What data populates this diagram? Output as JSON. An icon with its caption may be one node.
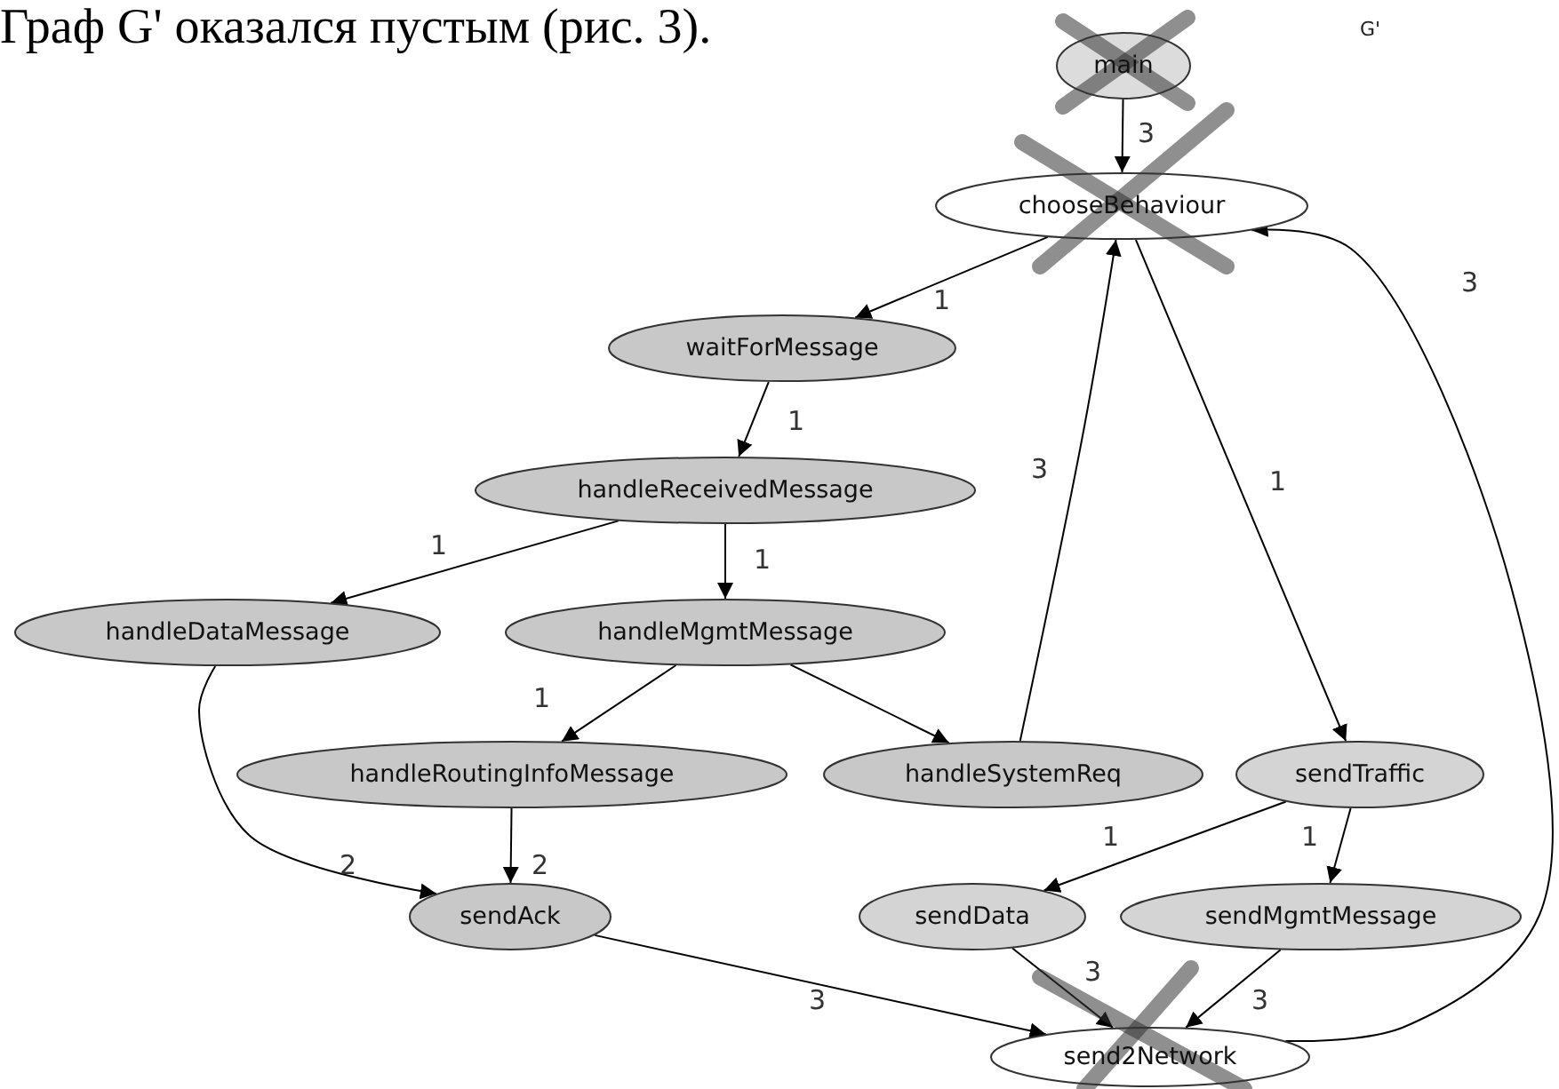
{
  "diagram": {
    "nodes": [
      {
        "text": [
          "main"
        ]
      },
      {
        "text": [
          "chooseBehaviour"
        ]
      },
      {
        "text": [
          "waitForMessage"
        ]
      },
      {
        "text": [
          "handleReceivedMessage"
        ]
      },
      {
        "text": [
          "handleDataMessage"
        ]
      },
      {
        "text": [
          "handleMgmtMessage"
        ]
      },
      {
        "text": [
          "handleRoutingInfoMessage"
        ]
      },
      {
        "text": [
          "handleSystemReq"
        ]
      },
      {
        "text": [
          "sendTraffic"
        ]
      },
      {
        "text": [
          "sendAck"
        ]
      },
      {
        "text": [
          "sendData"
        ]
      },
      {
        "text": [
          "sendMgmtMessage"
        ]
      },
      {
        "text": [
          "send2Network"
        ]
      }
    ],
    "edges": [
      {
        "from": 0,
        "to": 1,
        "arrow": "to",
        "label": "3"
      },
      {
        "from": 1,
        "to": 2,
        "arrow": "to",
        "label": "1"
      },
      {
        "from": 2,
        "to": 3,
        "arrow": "to",
        "label": "1"
      },
      {
        "from": 3,
        "to": 4,
        "arrow": "to",
        "label": "1"
      },
      {
        "from": 3,
        "to": 5,
        "arrow": "to",
        "label": "1"
      },
      {
        "from": 5,
        "to": 6,
        "arrow": "to",
        "label": "1"
      },
      {
        "from": 5,
        "to": 7,
        "arrow": "to"
      },
      {
        "from": 7,
        "to": 1,
        "arrow": "to",
        "label": "3"
      },
      {
        "from": 1,
        "to": 8,
        "arrow": "to",
        "label": "1"
      },
      {
        "from": 4,
        "to": 9,
        "arrow": "to",
        "label": "2"
      },
      {
        "from": 6,
        "to": 9,
        "arrow": "to",
        "label": "2"
      },
      {
        "from": 8,
        "to": 10,
        "arrow": "to",
        "label": "1"
      },
      {
        "from": 8,
        "to": 11,
        "arrow": "to",
        "label": "1"
      },
      {
        "from": 9,
        "to": 12,
        "arrow": "to",
        "label": "3"
      },
      {
        "from": 10,
        "to": 12,
        "arrow": "to",
        "label": "3"
      },
      {
        "from": 11,
        "to": 12,
        "arrow": "to",
        "label": "3"
      },
      {
        "from": 12,
        "to": 1,
        "arrow": "to",
        "label": "3"
      }
    ],
    "labels": [
      "Граф G' оказался пустым (рис. 3).",
      "G'"
    ]
  }
}
